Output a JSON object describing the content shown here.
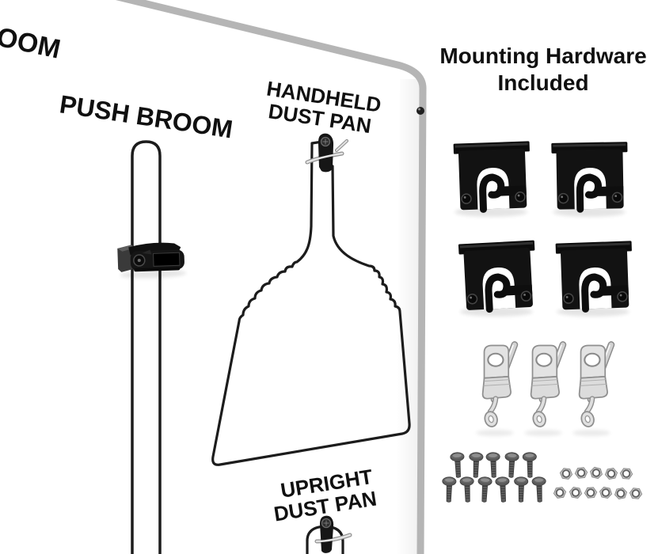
{
  "scene": {
    "type": "product-diagram",
    "background": "#ffffff"
  },
  "board": {
    "face_color": "#ffffff",
    "edge_color": "#b5b5b5",
    "outline_color": "#1c1c1c",
    "top_left_partial_label": "OOM",
    "labels": {
      "push_broom": "PUSH BROOM",
      "handheld_dust_pan_line1": "HANDHELD",
      "handheld_dust_pan_line2": "DUST PAN",
      "upright_dust_pan_line1": "UPRIGHT",
      "upright_dust_pan_line2": "DUST PAN"
    },
    "outlines": [
      "push-broom-handle",
      "handheld-dust-pan",
      "upright-dust-pan-handle"
    ],
    "corner_screw_color": "#1f1f1f"
  },
  "hardware": {
    "heading_line1": "Mounting Hardware",
    "heading_line2": "Included",
    "mounting_clips": {
      "count": 4,
      "color": "#111111"
    },
    "pegboard_hooks": {
      "count": 3,
      "color": "#d9d9d9"
    },
    "screws": {
      "count": 11,
      "row_counts": [
        5,
        6
      ],
      "color": "#5c5c5c"
    },
    "hex_nuts": {
      "count": 11,
      "row_counts": [
        5,
        6
      ],
      "color": "#e4e4e4"
    }
  }
}
